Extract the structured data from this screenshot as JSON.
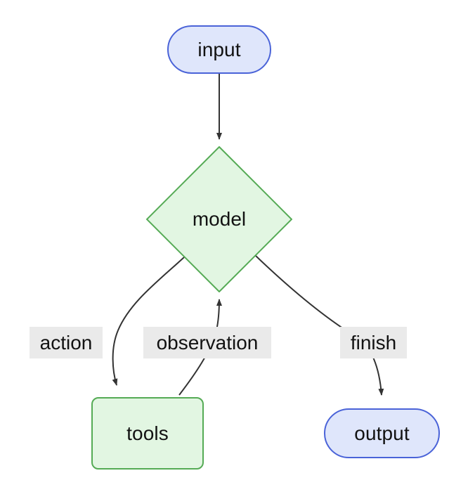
{
  "diagram": {
    "type": "flowchart",
    "title": "agent loop flowchart",
    "background": "#ffffff",
    "nodes": [
      {
        "id": "input",
        "label": "input",
        "shape": "stadium",
        "fill": "#dfe6fb",
        "stroke": "#4a63d8"
      },
      {
        "id": "model",
        "label": "model",
        "shape": "diamond",
        "fill": "#e2f6e2",
        "stroke": "#55ab55"
      },
      {
        "id": "tools",
        "label": "tools",
        "shape": "rounded-rectangle",
        "fill": "#e2f6e2",
        "stroke": "#55ab55"
      },
      {
        "id": "output",
        "label": "output",
        "shape": "stadium",
        "fill": "#dfe6fb",
        "stroke": "#4a63d8"
      }
    ],
    "edges": [
      {
        "from": "input",
        "to": "model",
        "label": ""
      },
      {
        "from": "model",
        "to": "tools",
        "label": "action"
      },
      {
        "from": "tools",
        "to": "model",
        "label": "observation"
      },
      {
        "from": "model",
        "to": "output",
        "label": "finish"
      }
    ],
    "edge_labels": {
      "action": "action",
      "observation": "observation",
      "finish": "finish"
    },
    "edge_style": {
      "stroke": "#333333",
      "width": 2,
      "arrowhead": "solid-triangle",
      "label_background": "#eaeaea"
    }
  }
}
